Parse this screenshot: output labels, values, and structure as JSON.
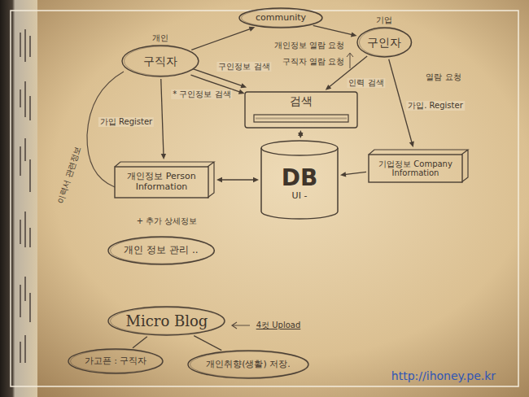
{
  "diagram": {
    "nodes": [
      {
        "text": [
          "community"
        ]
      },
      {
        "text": [
          "개인",
          "구직자"
        ]
      },
      {
        "text": [
          "기업",
          "구인자"
        ]
      },
      {
        "text": [
          "검색"
        ]
      },
      {
        "text": [
          "DB",
          "UI -"
        ]
      },
      {
        "text": [
          "개인정보 Person Information"
        ]
      },
      {
        "text": [
          "기업정보 Company Information"
        ]
      },
      {
        "text": [
          "개인 정보 관리 .."
        ]
      },
      {
        "text": [
          "Micro Blog"
        ]
      },
      {
        "text": [
          "가고픈 : 구직자"
        ]
      },
      {
        "text": [
          "개인취향(생활) 저장."
        ]
      }
    ],
    "edges": [
      {
        "from": 1,
        "to": 0,
        "arrow": "to"
      },
      {
        "from": 0,
        "to": 2,
        "arrow": "to"
      },
      {
        "from": 1,
        "to": 3,
        "label": "구인정보 검색",
        "arrow": "to"
      },
      {
        "from": 1,
        "to": 3,
        "label": "* 구인정보 검색",
        "arrow": "to"
      },
      {
        "from": 2,
        "to": 3,
        "label": "인력 검색",
        "arrow": "to"
      },
      {
        "from": 3,
        "to": 4,
        "arrow": "both"
      },
      {
        "from": 1,
        "to": 5,
        "label": "가입 Register",
        "arrow": "to"
      },
      {
        "from": 2,
        "to": 6,
        "label": "가입. Register",
        "arrow": "to"
      },
      {
        "from": 5,
        "to": 4,
        "arrow": "both"
      },
      {
        "from": 6,
        "to": 4,
        "arrow": "to"
      },
      {
        "from": 8,
        "to": 9,
        "arrow": "none"
      },
      {
        "from": 8,
        "to": 10,
        "arrow": "none"
      }
    ],
    "labels": [
      "개인정보 열람 요청",
      "구직자 열람 요청",
      "열람 요청",
      "이력서 관련정보",
      "+ 추가 상세정보",
      "4컷 Upload",
      "http://ihoney.pe.kr"
    ]
  }
}
